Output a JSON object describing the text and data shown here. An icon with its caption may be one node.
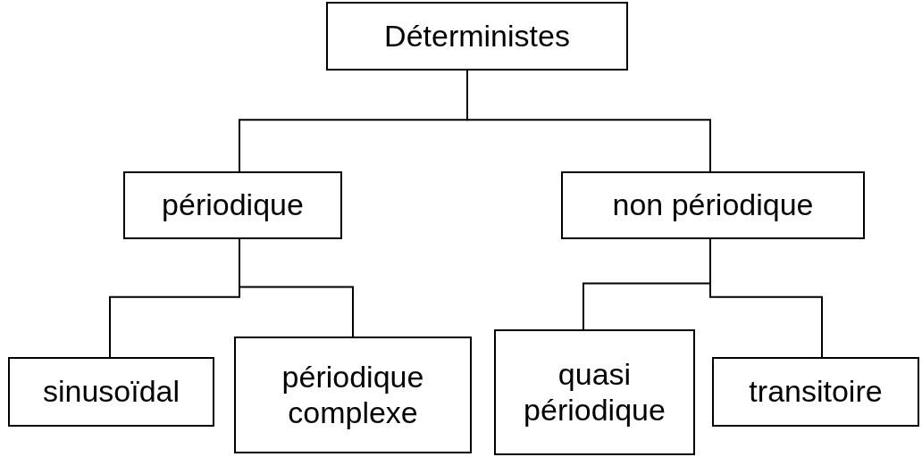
{
  "diagram": {
    "nodes": [
      {
        "text": [
          "Déterministes"
        ]
      },
      {
        "text": [
          "périodique"
        ]
      },
      {
        "text": [
          "non périodique"
        ]
      },
      {
        "text": [
          "sinusoïdal"
        ]
      },
      {
        "text": [
          "périodique complexe"
        ]
      },
      {
        "text": [
          "quasi périodique"
        ]
      },
      {
        "text": [
          "transitoire"
        ]
      }
    ],
    "edges": [
      {
        "from": 0,
        "to": 1,
        "arrow": "none"
      },
      {
        "from": 0,
        "to": 2,
        "arrow": "none"
      },
      {
        "from": 1,
        "to": 3,
        "arrow": "none"
      },
      {
        "from": 1,
        "to": 4,
        "arrow": "none"
      },
      {
        "from": 2,
        "to": 5,
        "arrow": "none"
      },
      {
        "from": 2,
        "to": 6,
        "arrow": "none"
      }
    ]
  }
}
